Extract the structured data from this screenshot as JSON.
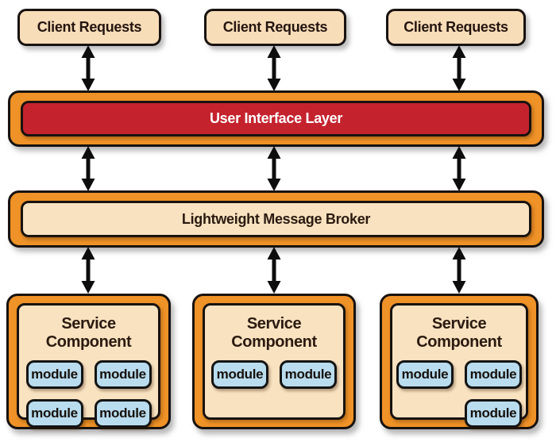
{
  "clients": [
    {
      "label": "Client Requests"
    },
    {
      "label": "Client Requests"
    },
    {
      "label": "Client Requests"
    }
  ],
  "ui_layer": {
    "label": "User Interface Layer"
  },
  "broker": {
    "label": "Lightweight Message Broker"
  },
  "services": [
    {
      "label": "Service Component",
      "modules": [
        "module",
        "module",
        "module",
        "module"
      ]
    },
    {
      "label": "Service Component",
      "modules": [
        "module",
        "module"
      ]
    },
    {
      "label": "Service Component",
      "modules": [
        "module",
        "module",
        "module"
      ]
    }
  ],
  "colors": {
    "orange": "#ef9227",
    "red": "#c4232e",
    "cream": "#f8e2c0",
    "client_cream": "#f8ddb9",
    "module_blue": "#b9dcee",
    "outline": "#181210",
    "arrow": "#0d0d0d",
    "text_dark": "#2b1a10",
    "text_light": "#ffffff"
  }
}
